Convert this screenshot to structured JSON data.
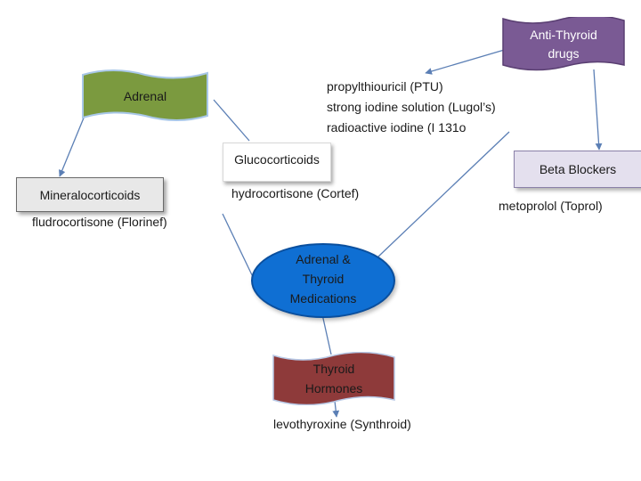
{
  "diagram": {
    "nodes": {
      "anti_thyroid": {
        "line1": "Anti-Thyroid",
        "line2": "drugs",
        "color": "#7a5a94"
      },
      "adrenal": {
        "label": "Adrenal",
        "color": "#7b9a3f"
      },
      "glucocorticoids": {
        "label": "Glucocorticoids"
      },
      "mineralocorticoids": {
        "label": "Mineralocorticoids"
      },
      "beta_blockers": {
        "label": "Beta Blockers",
        "color": "#e4e0ee"
      },
      "center": {
        "line1": "Adrenal &",
        "line2": "Thyroid",
        "line3": "Medications",
        "color": "#0f6fd3"
      },
      "thyroid_hormones": {
        "line1": "Thyroid",
        "line2": "Hormones",
        "color": "#8e3a3a"
      }
    },
    "texts": {
      "ptu": "propylthiouricil (PTU)",
      "lugols": "strong iodine solution (Lugol’s)",
      "radio": "radioactive iodine (I 131o",
      "hydrocortisone": "hydrocortisone (Cortef)",
      "fludrocortisone": "fludrocortisone (Florinef)",
      "metoprolol": "metoprolol (Toprol)",
      "levothyroxine": "levothyroxine (Synthroid)"
    },
    "link_color": "#5b7fb5"
  }
}
